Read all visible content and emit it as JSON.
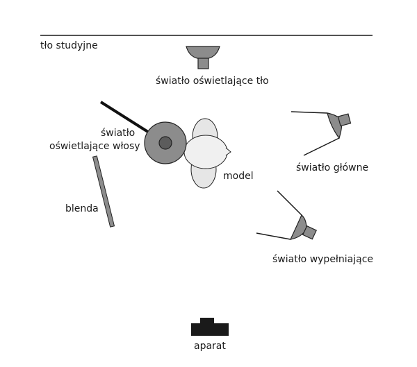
{
  "labels": {
    "backdrop": "tło studyjne",
    "background_light": "światło oświetlające tło",
    "hair_light_line1": "światło",
    "hair_light_line2": "oświetlające włosy",
    "key_light": "światło główne",
    "fill_light": "światło wypełniające",
    "model": "model",
    "reflector": "blenda",
    "camera": "aparat"
  },
  "colors": {
    "lamp_fill": "#8c8c8c",
    "lamp_stroke": "#222222",
    "head_fill": "#e6e6e6",
    "reflector_fill": "#8c8c8c",
    "camera_fill": "#1a1a1a",
    "line": "#1a1a1a"
  }
}
